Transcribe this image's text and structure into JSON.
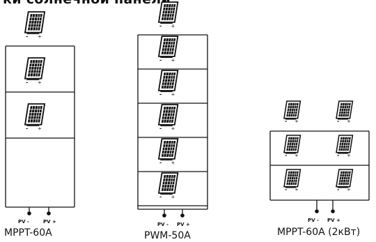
{
  "heading": "ки солнечной панели",
  "colors": {
    "ink": "#111111",
    "panel_fill": "#ffffff"
  },
  "panel_icon": "solar-panel-icon",
  "terminals": {
    "negative": "-",
    "positive": "+"
  },
  "configurations": [
    {
      "id": "mppt-60a",
      "caption": "MPPT-60A",
      "pv_neg": "PV -",
      "pv_pos": "PV +",
      "rows": 3,
      "cols": 1
    },
    {
      "id": "pwm-50a",
      "caption": "PWM-50A",
      "pv_neg": "PV -",
      "pv_pos": "PV +",
      "rows": 6,
      "cols": 1
    },
    {
      "id": "mppt-60a-2kw",
      "caption": "MPPT-60A (2кВт)",
      "pv_neg": "PV -",
      "pv_pos": "PV +",
      "rows": 3,
      "cols": 2
    }
  ]
}
